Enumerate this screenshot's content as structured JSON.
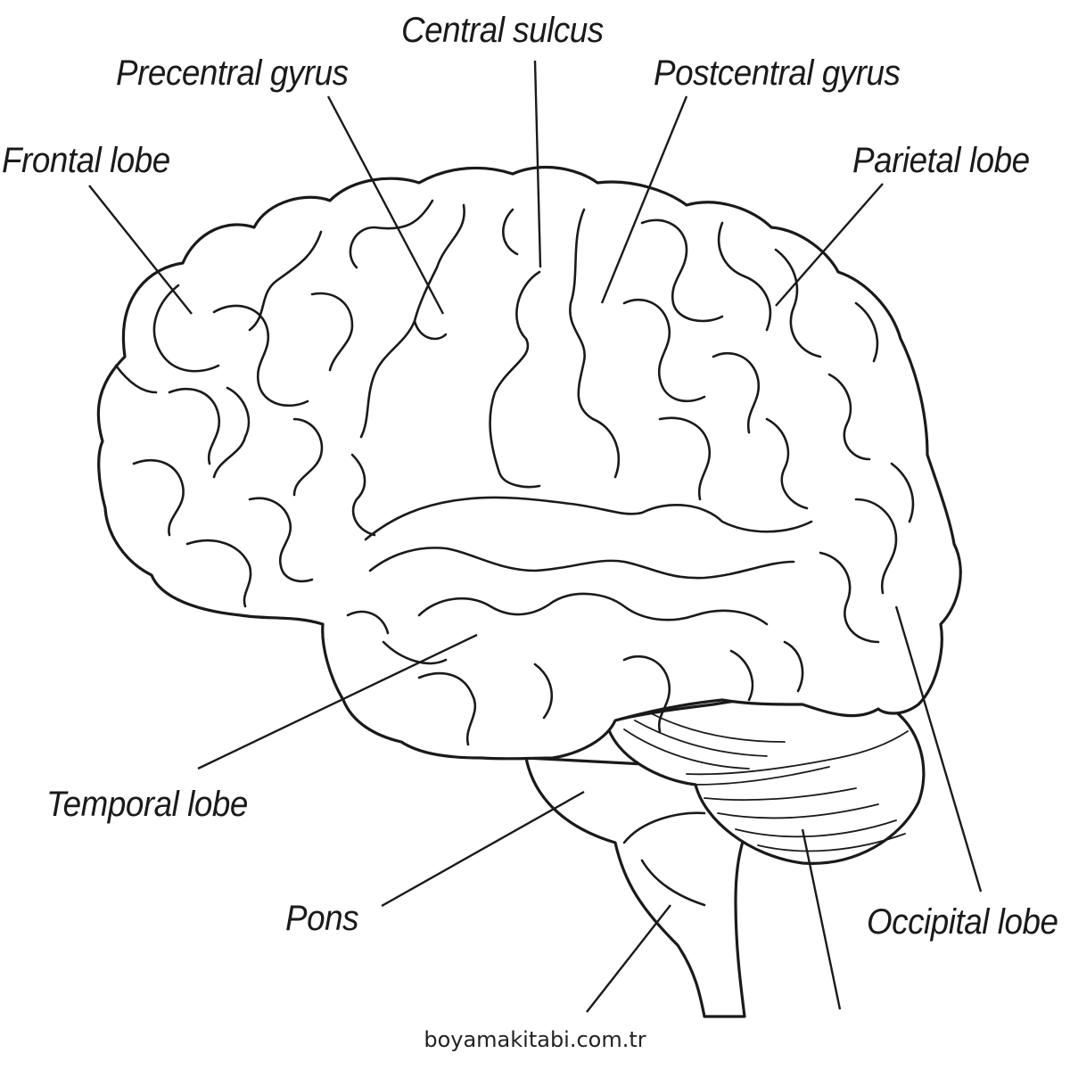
{
  "labels": {
    "central_sulcus": "Central sulcus",
    "precentral_gyrus": "Precentral gyrus",
    "postcentral_gyrus": "Postcentral gyrus",
    "frontal_lobe": "Frontal lobe",
    "parietal_lobe": "Parietal lobe",
    "temporal_lobe": "Temporal lobe",
    "pons": "Pons",
    "occipital_lobe": "Occipital lobe"
  },
  "footer": {
    "site": "boyamakitabi.com.tr"
  },
  "colors": {
    "ink": "#1a1a1a",
    "background": "#ffffff"
  }
}
